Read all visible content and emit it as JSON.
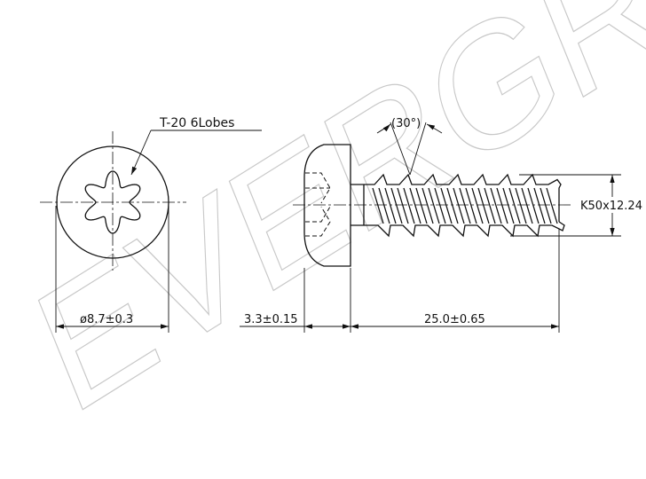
{
  "watermark": "EVERGRI",
  "labels": {
    "drive": "T-20 6Lobes",
    "head_diameter": "ø8.7±0.3",
    "head_height": "3.3±0.15",
    "length": "25.0±0.65",
    "thread": "K50x12.24",
    "angle": "(30°)"
  }
}
